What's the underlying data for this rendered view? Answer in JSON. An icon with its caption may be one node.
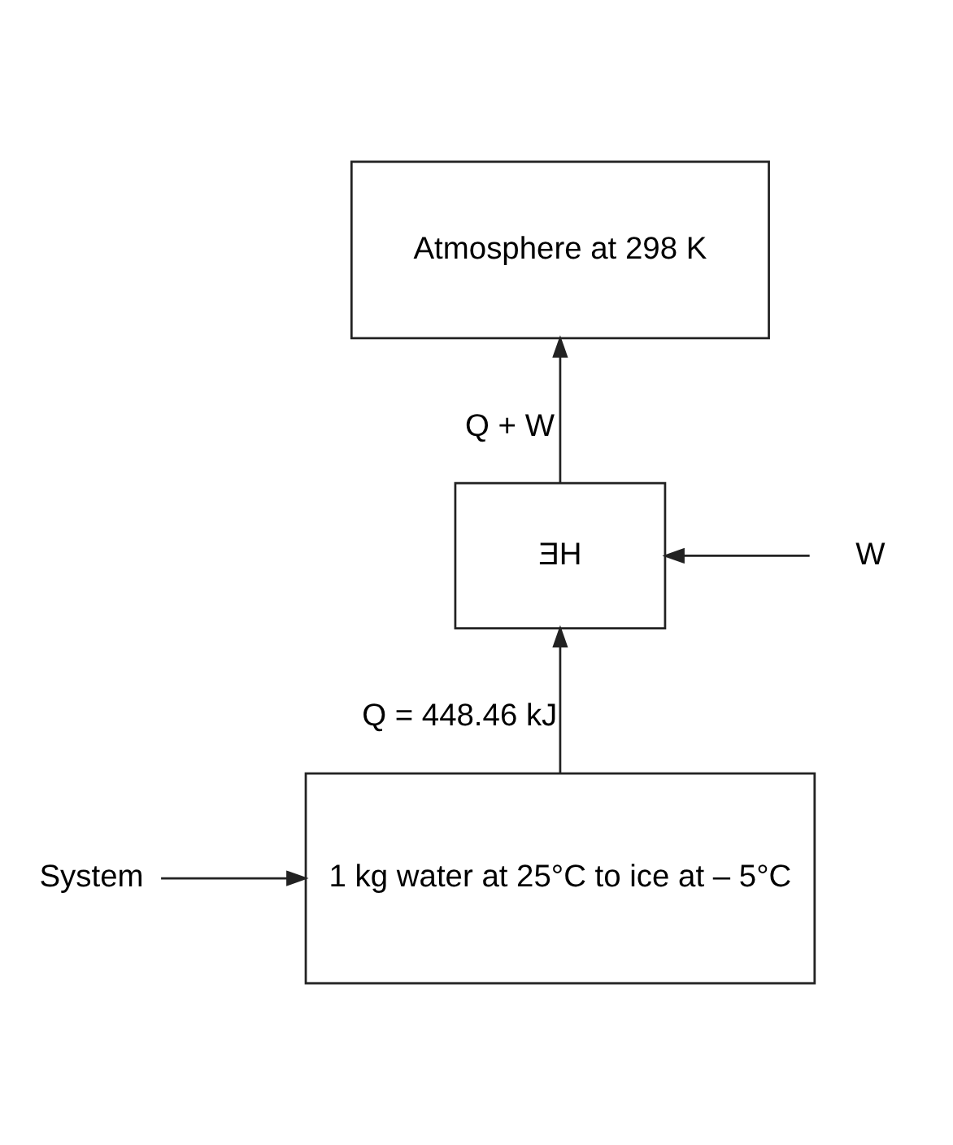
{
  "diagram": {
    "nodes": [
      {
        "text": [
          "Atmosphere at 298 K"
        ]
      },
      {
        "text": [
          "ƎH"
        ]
      },
      {
        "text": [
          "1 kg water at 25°C to ice at – 5°C"
        ]
      },
      {
        "text": [
          "System"
        ]
      },
      {
        "text": [
          "W"
        ]
      }
    ],
    "edges": [
      {
        "from": 2,
        "to": 1,
        "arrow": "to",
        "label": "Q = 448.46 kJ"
      },
      {
        "from": 1,
        "to": 0,
        "arrow": "to",
        "label": "Q + W"
      },
      {
        "from": 4,
        "to": 1,
        "arrow": "to"
      },
      {
        "from": 3,
        "to": 2,
        "arrow": "to"
      }
    ]
  }
}
